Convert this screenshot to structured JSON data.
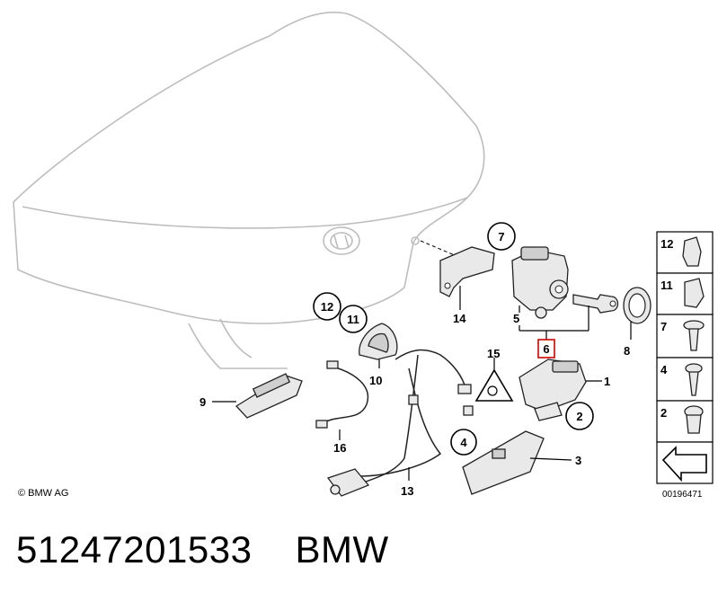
{
  "callouts": {
    "c1": "1",
    "c2": "2",
    "c3": "3",
    "c4": "4",
    "c5": "5",
    "c6": "6",
    "c7": "7",
    "c8": "8",
    "c9": "9",
    "c10": "10",
    "c11": "11",
    "c12": "12",
    "c13": "13",
    "c14": "14",
    "c15": "15",
    "c16": "16"
  },
  "side_panel": [
    "12",
    "11",
    "7",
    "4",
    "2"
  ],
  "copyright": "© BMW AG",
  "diagram_ref": "00196471",
  "caption": {
    "part_number": "51247201533",
    "brand": "BMW"
  },
  "colors": {
    "highlight": "#d40000",
    "line": "#000000",
    "outline": "#bdbdbd"
  }
}
